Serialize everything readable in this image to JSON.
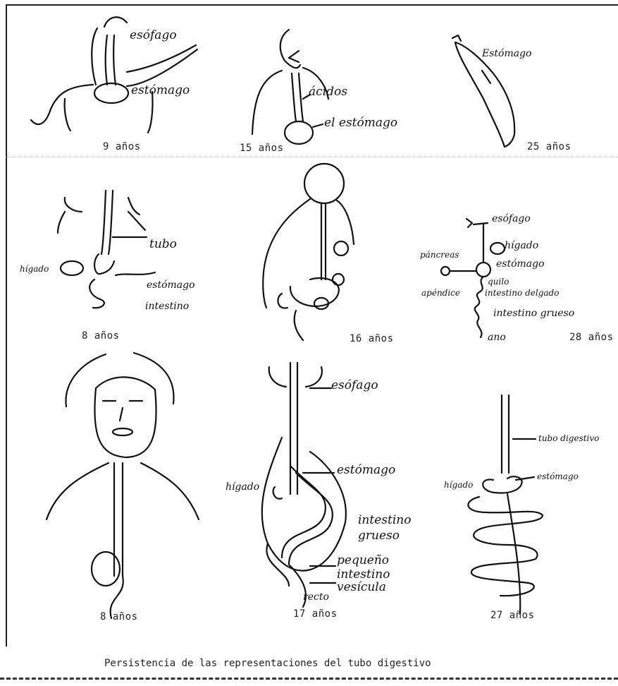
{
  "caption": "Persistencia de las representaciones del tubo digestivo",
  "drawings": [
    {
      "age": "9 años",
      "labels": [
        "esófago",
        "estómago"
      ]
    },
    {
      "age": "15 años",
      "labels": [
        "ácidos",
        "el estómago"
      ]
    },
    {
      "age": "25 años",
      "labels": [
        "Estómago"
      ]
    },
    {
      "age": "8 años",
      "labels": [
        "tubo",
        "hígado",
        "estómago",
        "intestino"
      ]
    },
    {
      "age": "16 años",
      "labels": []
    },
    {
      "age": "28 años",
      "labels": [
        "esófago",
        "hígado",
        "páncreas",
        "estómago",
        "apéndice",
        "quilo",
        "intestino delgado",
        "intestino grueso",
        "ano"
      ]
    },
    {
      "age": "8 años",
      "labels": []
    },
    {
      "age": "17 años",
      "labels": [
        "esófago",
        "estómago",
        "hígado",
        "intestino grueso",
        "pequeño intestino",
        "vesícula",
        "recto"
      ]
    },
    {
      "age": "27 años",
      "labels": [
        "tubo digestivo",
        "estómago",
        "hígado"
      ]
    }
  ]
}
